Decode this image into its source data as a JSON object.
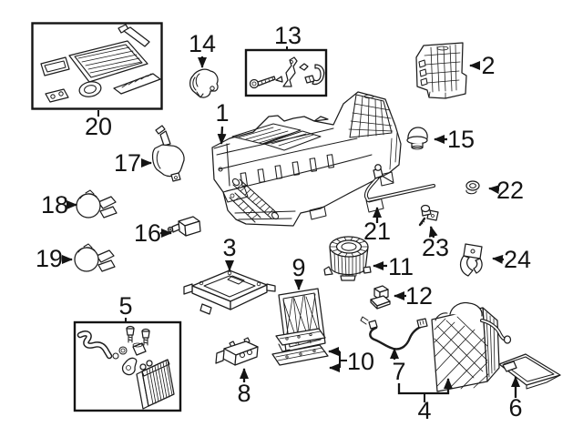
{
  "diagram": {
    "background_color": "#ffffff",
    "line_color": "#1c1c1c",
    "label_color": "#141414",
    "boxed_callouts": [
      "20",
      "13",
      "5"
    ],
    "callouts": [
      {
        "num": "1"
      },
      {
        "num": "2"
      },
      {
        "num": "3"
      },
      {
        "num": "4"
      },
      {
        "num": "5"
      },
      {
        "num": "6"
      },
      {
        "num": "7"
      },
      {
        "num": "8"
      },
      {
        "num": "9"
      },
      {
        "num": "10"
      },
      {
        "num": "11"
      },
      {
        "num": "12"
      },
      {
        "num": "13"
      },
      {
        "num": "14"
      },
      {
        "num": "15"
      },
      {
        "num": "16"
      },
      {
        "num": "17"
      },
      {
        "num": "18"
      },
      {
        "num": "19"
      },
      {
        "num": "20"
      },
      {
        "num": "21"
      },
      {
        "num": "22"
      },
      {
        "num": "23"
      },
      {
        "num": "24"
      }
    ]
  }
}
